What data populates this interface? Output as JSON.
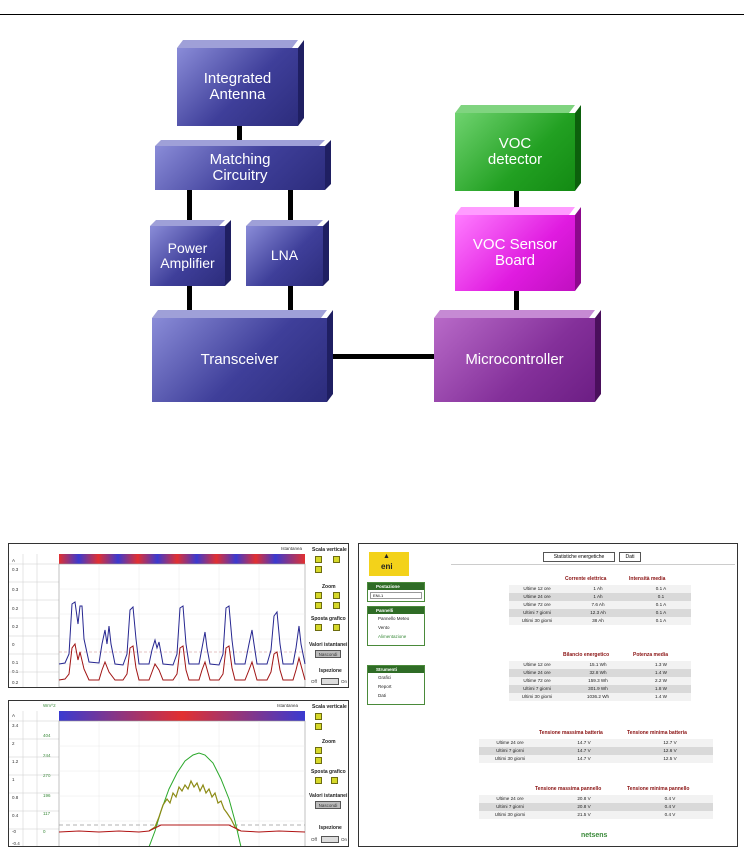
{
  "diagram": {
    "blocks": [
      {
        "id": "antenna",
        "label": "Integrated\nAntenna",
        "color": "blue"
      },
      {
        "id": "matching",
        "label": "Matching\nCircuitry",
        "color": "blue"
      },
      {
        "id": "pa",
        "label": "Power\nAmplifier",
        "color": "blue"
      },
      {
        "id": "lna",
        "label": "LNA",
        "color": "blue"
      },
      {
        "id": "transceiver",
        "label": "Transceiver",
        "color": "blue"
      },
      {
        "id": "voc_detector",
        "label": "VOC\ndetector",
        "color": "green"
      },
      {
        "id": "voc_board",
        "label": "VOC Sensor\nBoard",
        "color": "pink"
      },
      {
        "id": "micro",
        "label": "Microcontroller",
        "color": "purple"
      }
    ],
    "connections": [
      [
        "antenna",
        "matching"
      ],
      [
        "matching",
        "pa"
      ],
      [
        "matching",
        "lna"
      ],
      [
        "pa",
        "transceiver"
      ],
      [
        "lna",
        "transceiver"
      ],
      [
        "transceiver",
        "micro"
      ],
      [
        "voc_detector",
        "voc_board"
      ],
      [
        "voc_board",
        "micro"
      ]
    ]
  },
  "chart1": {
    "unit": "A",
    "yticks": [
      "0.3",
      "0.3",
      "0.2",
      "0.2",
      "0",
      "0.1",
      "0.1",
      "0.2"
    ],
    "legend": "Istantanea",
    "controls": {
      "scale": "Scala verticale",
      "zoom": "Zoom",
      "move": "Sposta grafico",
      "values": "Valori istantanei",
      "hide": "Nascondi",
      "inspect": "Ispezione",
      "off": "Off",
      "on": "On"
    }
  },
  "chart2": {
    "unit": "A",
    "header": "Wm^2",
    "yticks": [
      "3.4",
      "2",
      "1.2",
      "1",
      "0.8",
      "0.4",
      "-0",
      "-0.4"
    ],
    "yticks_right": [
      "404",
      "244",
      "270",
      "196",
      "117",
      "0"
    ],
    "legend": "Istantanea",
    "controls": {
      "scale": "Scala verticale",
      "zoom": "Zoom",
      "move": "Sposta grafico",
      "values": "Valori istantanei",
      "hide": "Nascondi",
      "inspect": "Ispezione",
      "off": "Off",
      "on": "On"
    }
  },
  "eni": {
    "logo": "eni",
    "tabs": [
      "Statistiche energetiche",
      "Dati"
    ],
    "station_title": "Postazione",
    "station_value": "ENI-1",
    "panels_title": "Pannelli",
    "panels_items": [
      "Pannello Meteo",
      "Vento",
      "Alimentazione"
    ],
    "strumenti_title": "Strumenti",
    "strumenti_items": [
      "Grafici",
      "Report",
      "Dati"
    ],
    "t1": {
      "headers": [
        "Corrente elettrica",
        "Intensità media"
      ],
      "rows": [
        [
          "Ultime 12 ore",
          "1 Ah",
          "0.1 A"
        ],
        [
          "Ultime 24 ore",
          "1 Ah",
          "0.1"
        ],
        [
          "Ultime 72 ore",
          "7.6 Ah",
          "0.1 A"
        ],
        [
          "Ultimi 7 giorni",
          "12.3 Ah",
          "0.1 A"
        ],
        [
          "Ultimi 30 giorni",
          "38 Ah",
          "0.1 A"
        ]
      ]
    },
    "t2": {
      "headers": [
        "Bilancio energetico",
        "Potenza media"
      ],
      "rows": [
        [
          "Ultime 12 ore",
          "15.1 Wh",
          "1.3 W"
        ],
        [
          "Ultime 24 ore",
          "32.8 Wh",
          "1.4 W"
        ],
        [
          "Ultime 72 ore",
          "159.3 Wh",
          "2.2 W"
        ],
        [
          "Ultimi 7 giorni",
          "301.9 Wh",
          "1.8 W"
        ],
        [
          "Ultimi 30 giorni",
          "1036.2 Wh",
          "1.4 W"
        ]
      ]
    },
    "t3": {
      "headers": [
        "Tensione massima batteria",
        "Tensione minima batteria"
      ],
      "rows": [
        [
          "Ultime 24 ore",
          "14.7 V",
          "12.7 V"
        ],
        [
          "Ultimi 7 giorni",
          "14.7 V",
          "12.6 V"
        ],
        [
          "Ultimi 30 giorni",
          "14.7 V",
          "12.5 V"
        ]
      ]
    },
    "t4": {
      "headers": [
        "Tensione massima pannello",
        "Tensione minima pannello"
      ],
      "rows": [
        [
          "Ultime 24 ore",
          "20.8 V",
          "0.4 V"
        ],
        [
          "Ultimi 7 giorni",
          "20.8 V",
          "0.4 V"
        ],
        [
          "Ultimi 30 giorni",
          "21.5 V",
          "0.4 V"
        ]
      ]
    },
    "footer": "netsens"
  }
}
